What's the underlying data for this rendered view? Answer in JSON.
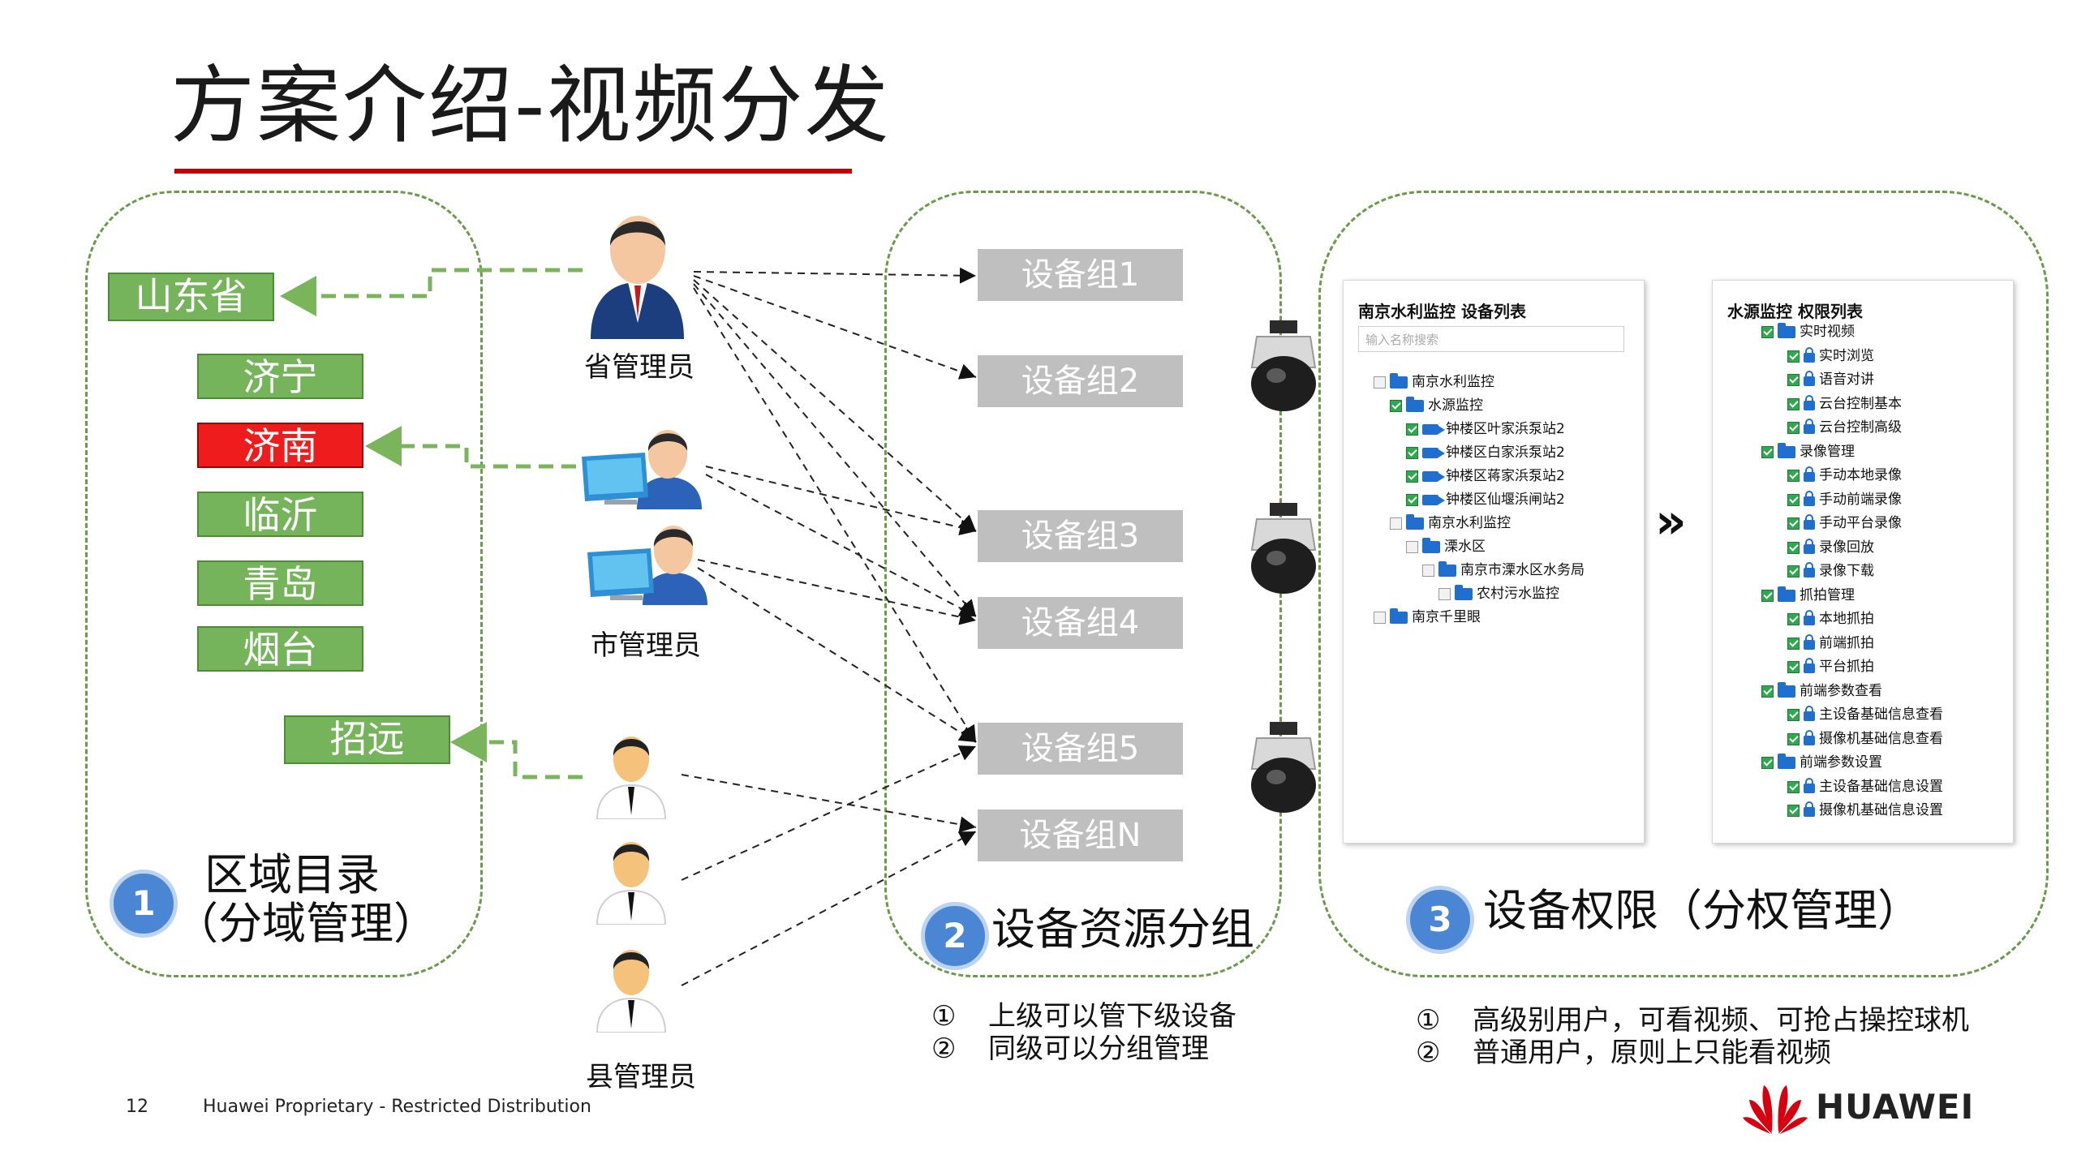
{
  "title": "方案介绍-视频分发",
  "regions": {
    "province": "山东省",
    "cities": [
      "济宁",
      "济南",
      "临沂",
      "青岛",
      "烟台"
    ],
    "county": "招远",
    "active_city": "济南"
  },
  "roles": {
    "province_admin": "省管理员",
    "city_admin": "市管理员",
    "county_admin": "县管理员"
  },
  "device_groups": [
    "设备组1",
    "设备组2",
    "设备组3",
    "设备组4",
    "设备组5",
    "设备组N"
  ],
  "sections": [
    {
      "number": "1",
      "title": "区域目录",
      "subtitle": "（分域管理）"
    },
    {
      "number": "2",
      "title": "设备资源分组"
    },
    {
      "number": "3",
      "title": "设备权限（分权管理）"
    }
  ],
  "device_list": {
    "title": "南京水利监控 设备列表",
    "search_placeholder": "输入名称搜索",
    "items": [
      {
        "label": "南京水利监控",
        "icon": "folder-icon",
        "checked": false
      },
      {
        "label": "水源监控",
        "icon": "folder-icon",
        "checked": true
      },
      {
        "label": "钟楼区叶家浜泵站2",
        "icon": "camera-icon",
        "checked": true
      },
      {
        "label": "钟楼区白家浜泵站2",
        "icon": "camera-icon",
        "checked": true
      },
      {
        "label": "钟楼区蒋家浜泵站2",
        "icon": "camera-icon",
        "checked": true
      },
      {
        "label": "钟楼区仙堰浜闸站2",
        "icon": "camera-icon",
        "checked": true
      },
      {
        "label": "南京水利监控",
        "icon": "folder-icon",
        "checked": false
      },
      {
        "label": "溧水区",
        "icon": "folder-icon",
        "checked": false
      },
      {
        "label": "南京市溧水区水务局",
        "icon": "folder-icon",
        "checked": false
      },
      {
        "label": "农村污水监控",
        "icon": "folder-icon",
        "checked": false
      },
      {
        "label": "南京千里眼",
        "icon": "folder-icon",
        "checked": false
      }
    ]
  },
  "permission_list": {
    "title": "水源监控 权限列表",
    "items": [
      {
        "label": "实时视频",
        "icon": "folder-icon"
      },
      {
        "label": "实时浏览",
        "icon": "lock-icon"
      },
      {
        "label": "语音对讲",
        "icon": "lock-icon"
      },
      {
        "label": "云台控制基本",
        "icon": "lock-icon"
      },
      {
        "label": "云台控制高级",
        "icon": "lock-icon"
      },
      {
        "label": "录像管理",
        "icon": "folder-icon"
      },
      {
        "label": "手动本地录像",
        "icon": "lock-icon"
      },
      {
        "label": "手动前端录像",
        "icon": "lock-icon"
      },
      {
        "label": "手动平台录像",
        "icon": "lock-icon"
      },
      {
        "label": "录像回放",
        "icon": "lock-icon"
      },
      {
        "label": "录像下载",
        "icon": "lock-icon"
      },
      {
        "label": "抓拍管理",
        "icon": "folder-icon"
      },
      {
        "label": "本地抓拍",
        "icon": "lock-icon"
      },
      {
        "label": "前端抓拍",
        "icon": "lock-icon"
      },
      {
        "label": "平台抓拍",
        "icon": "lock-icon"
      },
      {
        "label": "前端参数查看",
        "icon": "folder-icon"
      },
      {
        "label": "主设备基础信息查看",
        "icon": "lock-icon"
      },
      {
        "label": "摄像机基础信息查看",
        "icon": "lock-icon"
      },
      {
        "label": "前端参数设置",
        "icon": "folder-icon"
      },
      {
        "label": "主设备基础信息设置",
        "icon": "lock-icon"
      },
      {
        "label": "摄像机基础信息设置",
        "icon": "lock-icon"
      }
    ]
  },
  "notes_groups": [
    {
      "num": "①",
      "text": "上级可以管下级设备"
    },
    {
      "num": "②",
      "text": "同级可以分组管理"
    }
  ],
  "notes_permissions": [
    {
      "num": "①",
      "text": "高级别用户，可看视频、可抢占操控球机"
    },
    {
      "num": "②",
      "text": "普通用户，原则上只能看视频"
    }
  ],
  "footer": {
    "page": "12",
    "text": "Huawei Proprietary - Restricted Distribution",
    "brand": "HUAWEI"
  },
  "colors": {
    "title_rule": "#c00000",
    "region_green": "#76b45b",
    "region_active": "#ee1c1c",
    "group_grey": "#bfbfbf",
    "badge_blue": "#4a86d4",
    "panel_dash": "#6b9a4a",
    "brand_red": "#d7000f"
  }
}
